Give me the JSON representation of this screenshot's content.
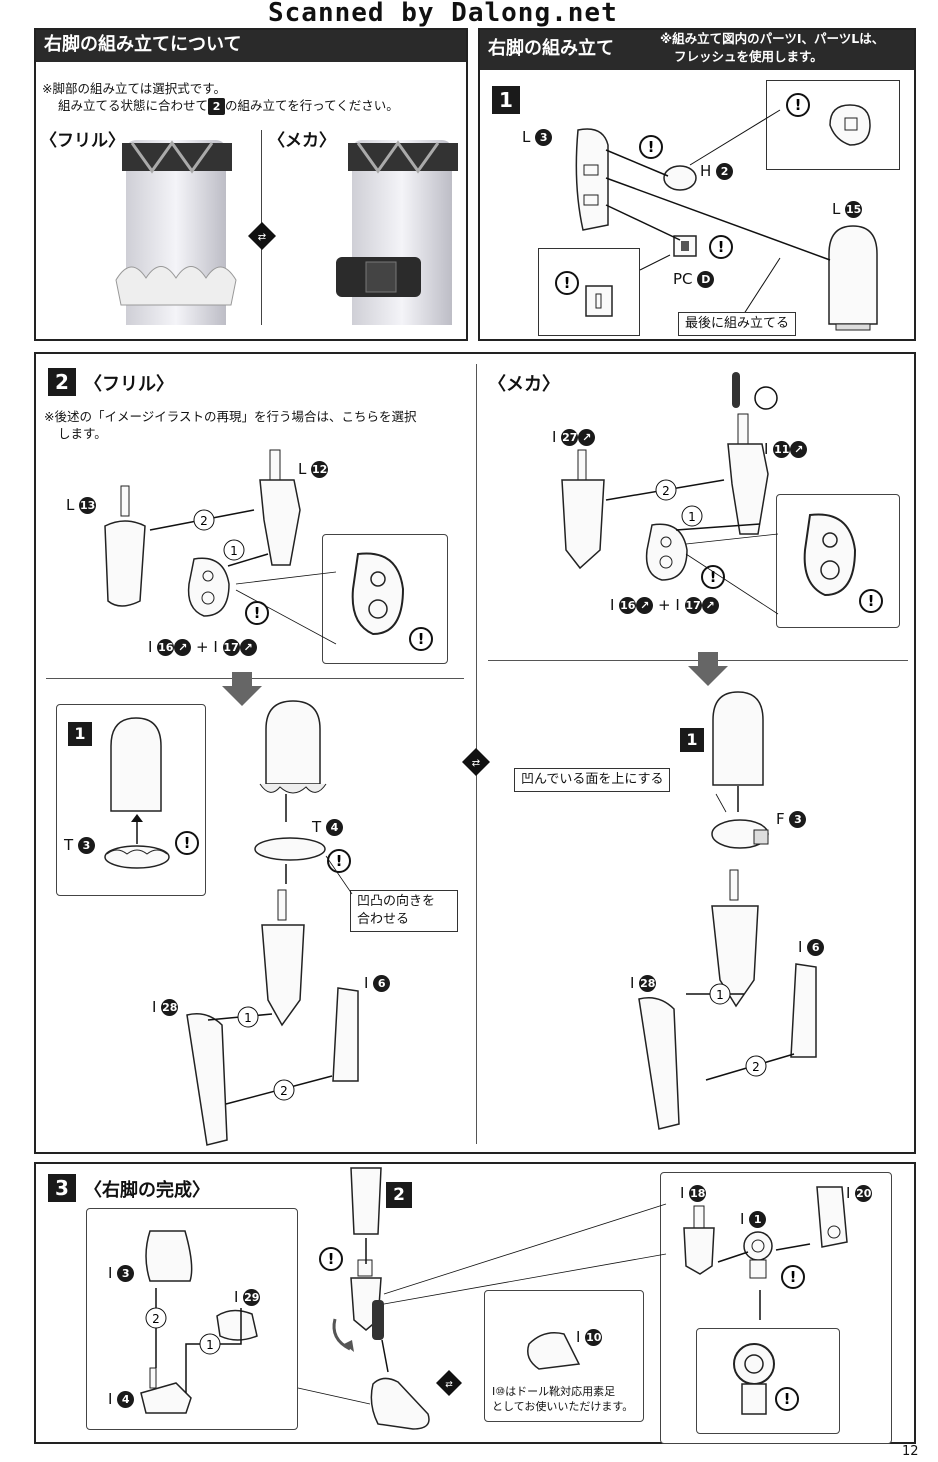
{
  "watermark": "Scanned by Dalong.net",
  "page_number": "12",
  "left_panel": {
    "title": "右脚の組み立てについて",
    "note_line1": "※脚部の組み立ては選択式です。",
    "note_line2_pre": "組み立てる状態に合わせて",
    "note_line2_num": "2",
    "note_line2_post": "の組み立てを行ってください。",
    "option_a": "〈フリル〉",
    "option_b": "〈メカ〉"
  },
  "right_panel": {
    "title": "右脚の組み立て",
    "note_line1": "※組み立て図内のパーツI、パーツLは、",
    "note_line2": "フレッシュを使用します。",
    "step": "1",
    "labels": {
      "l3": "L",
      "l3n": "3",
      "h2": "H",
      "h2n": "2",
      "l15": "L",
      "l15n": "15",
      "pcd": "PC",
      "pcdn": "D"
    },
    "callout": "最後に組み立てる"
  },
  "section2": {
    "step": "2",
    "frill_title": "〈フリル〉",
    "frill_note1": "※後述の「イメージイラストの再現」を行う場合は、こちらを選択",
    "frill_note2": "します。",
    "mecha_title": "〈メカ〉",
    "frill_labels": {
      "l12": "L",
      "l12n": "12",
      "l13": "L",
      "l13n": "13",
      "i16": "I",
      "i16n": "16",
      "i17": "I",
      "i17n": "17",
      "plus": "+"
    },
    "mecha_labels": {
      "i27": "I",
      "i27n": "27",
      "i11": "I",
      "i11n": "11",
      "i16": "I",
      "i16n": "16",
      "i17": "I",
      "i17n": "17",
      "plus": "+"
    },
    "frill_lower": {
      "sub_step": "1",
      "t3": "T",
      "t3n": "3",
      "t4": "T",
      "t4n": "4",
      "callout_line1": "凹凸の向きを",
      "callout_line2": "合わせる",
      "i28": "I",
      "i28n": "28",
      "i6": "I",
      "i6n": "6"
    },
    "mecha_lower": {
      "sub_step": "1",
      "callout": "凹んでいる面を上にする",
      "f3": "F",
      "f3n": "3",
      "i6": "I",
      "i6n": "6",
      "i28": "I",
      "i28n": "28"
    }
  },
  "section3": {
    "step": "3",
    "title": "〈右脚の完成〉",
    "ref_step": "2",
    "labels": {
      "i3": "I",
      "i3n": "3",
      "i29": "I",
      "i29n": "29",
      "i4": "I",
      "i4n": "4",
      "i18": "I",
      "i18n": "18",
      "i1": "I",
      "i1n": "1",
      "i20": "I",
      "i20n": "20",
      "i10": "I",
      "i10n": "10"
    },
    "note_line1": "I⑩はドール靴対応用素足",
    "note_line2": "としてお使いいただけます。"
  }
}
